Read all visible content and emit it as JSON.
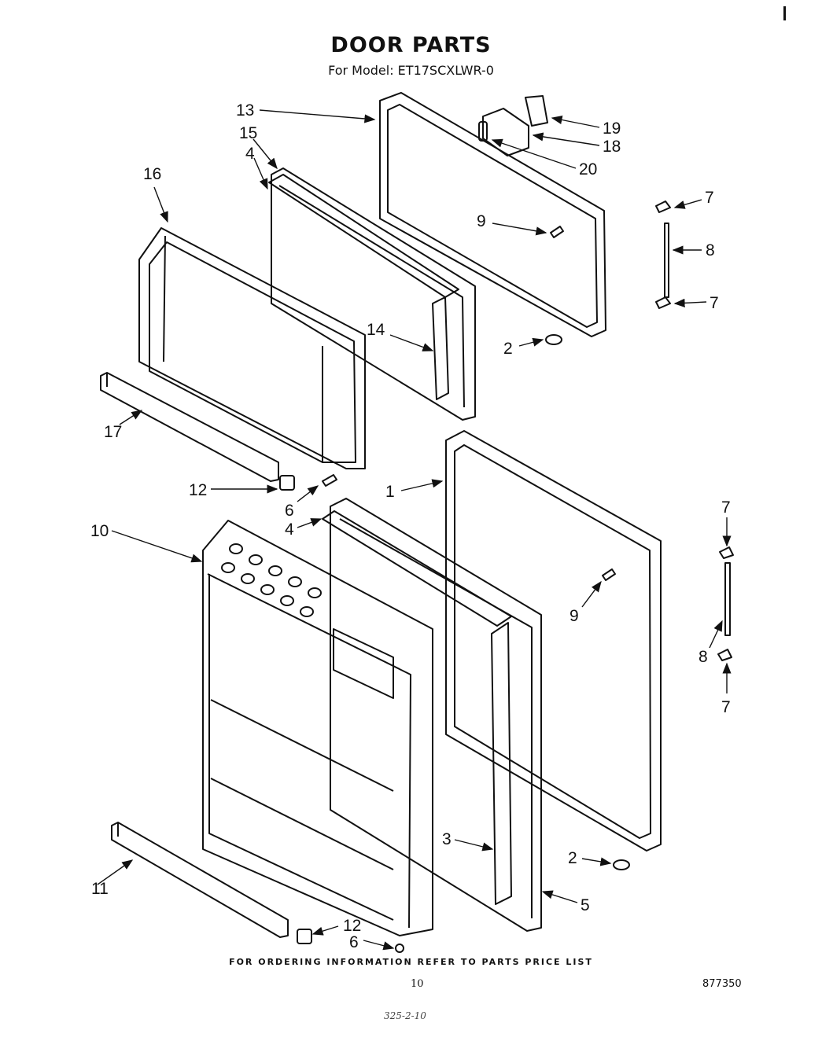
{
  "header": {
    "title": "DOOR PARTS",
    "model_line": "For Model: ET17SCXLWR-0"
  },
  "callouts": {
    "c1": "1",
    "c2a": "2",
    "c2b": "2",
    "c3": "3",
    "c4a": "4",
    "c4b": "4",
    "c5": "5",
    "c6a": "6",
    "c6b": "6",
    "c7a": "7",
    "c7b": "7",
    "c7c": "7",
    "c7d": "7",
    "c8a": "8",
    "c8b": "8",
    "c9a": "9",
    "c9b": "9",
    "c10": "10",
    "c11": "11",
    "c12a": "12",
    "c12b": "12",
    "c13": "13",
    "c14": "14",
    "c15": "15",
    "c16": "16",
    "c17": "17",
    "c18": "18",
    "c19": "19",
    "c20": "20"
  },
  "footer": {
    "ordering_note": "FOR ORDERING INFORMATION REFER TO PARTS PRICE LIST",
    "page_number": "10",
    "drawing_number": "877350",
    "handwritten_note": "325-2-10"
  }
}
